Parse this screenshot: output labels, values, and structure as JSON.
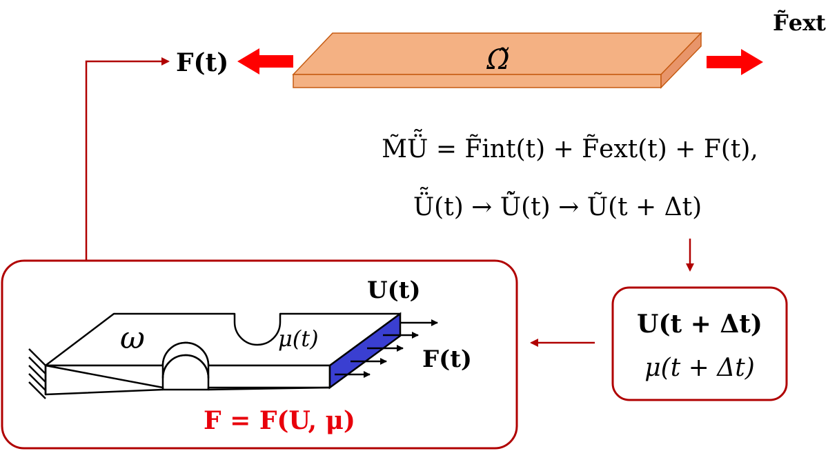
{
  "colors": {
    "loop_line": "#b00000",
    "force_arrow": "#ff0000",
    "plate_fill": "#f4b183",
    "plate_edge": "#c55a11",
    "boundary_face": "#3a3fd1",
    "red_text": "#e8000b"
  },
  "top": {
    "force_label": "F(t)",
    "domain_label": "Ω̃",
    "ext_force_label": "F̃ext(t)"
  },
  "equations": {
    "line1": "M̃Ü̃ = F̃int(t) + F̃ext(t) + F(t),",
    "line2": "Ü̃(t) → U̇̃(t) → Ũ(t + Δt)"
  },
  "right_box": {
    "line1": "U(t + Δt)",
    "line2": "μ(t + Δt)"
  },
  "left_box": {
    "domain_label": "ω",
    "displacement_label": "U(t)",
    "mu_label": "μ(t)",
    "force_label": "F(t)",
    "relation": "F = F(U, μ)"
  },
  "icons": [
    "fixed-support-icon",
    "hole-notch-icon",
    "force-arrow-icon"
  ]
}
